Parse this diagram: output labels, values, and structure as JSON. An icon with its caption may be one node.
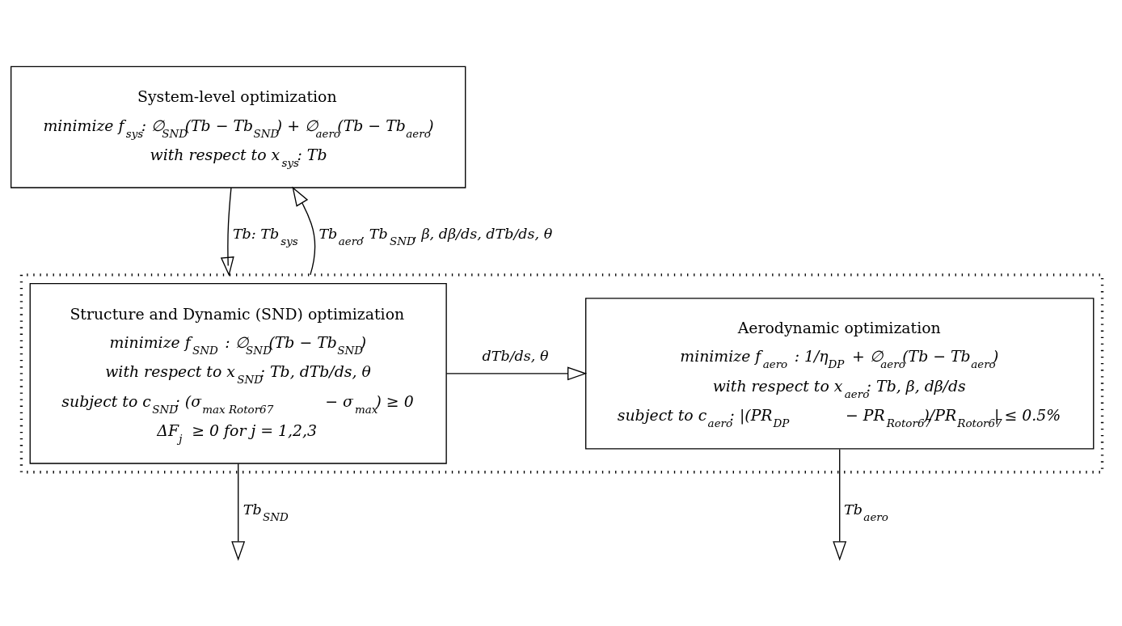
{
  "diagram": {
    "nodes": [
      {
        "text": [
          "System-level optimization",
          "minimize f$_{sys}$: ∅$_{SND}$(Tb − Tb$_{SND}$) + ∅$_{aero}$(Tb − Tb$_{aero}$)",
          "with respect to x$_{sys}$: Tb"
        ]
      },
      {
        "text": [],
        "shape": "box"
      },
      {
        "text": [
          "Structure and Dynamic (SND) optimization",
          "minimize f$_{SND}$ : ∅$_{SND}$(Tb − Tb$_{SND}$)",
          "with respect to x$_{SND}$: Tb, dTb/ds, θ",
          "subject to c$_{SND}$: (σ$_{max Rotor67}$ − σ$_{max}$) ≥ 0",
          "ΔF$_{j}$ ≥ 0 for j = 1,2,3"
        ],
        "in": 1
      },
      {
        "text": [
          "Aerodynamic optimization",
          "minimize f$_{aero}$ : 1/η$_{DP}$ + ∅$_{aero}$(Tb − Tb$_{aero}$)",
          "with respect to x$_{aero}$: Tb, β, dβ/ds",
          "subject to c$_{aero}$: |(PR$_{DP}$ − PR$_{Rotor67}$)/PR$_{Rotor67}$| ≤ 0.5%"
        ],
        "in": 1
      }
    ],
    "edges": [
      {
        "from": 0,
        "to": 1,
        "arrow": "to",
        "label": "Tb: Tb$_{sys}$"
      },
      {
        "from": 1,
        "to": 0,
        "arrow": "to",
        "label": "Tb$_{aero}$, Tb$_{SND}$, β, dβ/ds, dTb/ds, θ"
      },
      {
        "from": 2,
        "to": 3,
        "arrow": "to",
        "label": "dTb/ds, θ"
      },
      {
        "from": 2,
        "to": null,
        "arrow": "to",
        "label": "Tb$_{SND}$"
      },
      {
        "from": 3,
        "to": null,
        "arrow": "to",
        "label": "Tb$_{aero}$"
      }
    ]
  }
}
